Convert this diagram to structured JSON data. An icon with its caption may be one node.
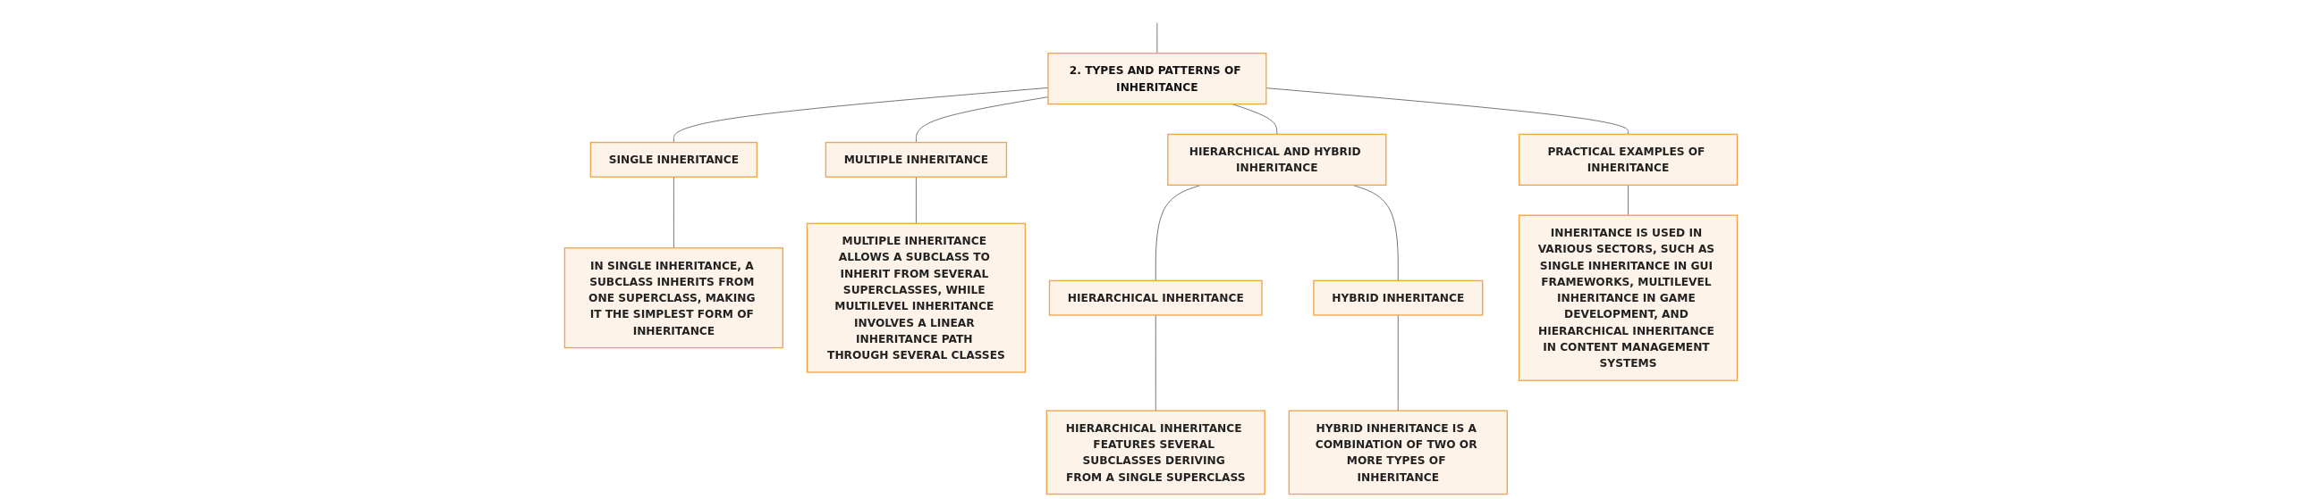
{
  "diagram": {
    "nodes": [
      {
        "text": [
          "2. TYPES AND PATTERNS OF INHERITANCE"
        ]
      },
      {
        "text": [
          "SINGLE INHERITANCE"
        ]
      },
      {
        "text": [
          "MULTIPLE INHERITANCE"
        ]
      },
      {
        "text": [
          "HIERARCHICAL AND HYBRID INHERITANCE"
        ]
      },
      {
        "text": [
          "PRACTICAL EXAMPLES OF INHERITANCE"
        ]
      },
      {
        "text": [
          "IN SINGLE INHERITANCE, A SUBCLASS INHERITS FROM ONE SUPERCLASS, MAKING IT THE SIMPLEST FORM OF INHERITANCE"
        ]
      },
      {
        "text": [
          "MULTIPLE INHERITANCE ALLOWS A SUBCLASS TO INHERIT FROM SEVERAL SUPERCLASSES, WHILE MULTILEVEL INHERITANCE INVOLVES A LINEAR INHERITANCE PATH THROUGH SEVERAL CLASSES"
        ]
      },
      {
        "text": [
          "HIERARCHICAL INHERITANCE"
        ]
      },
      {
        "text": [
          "HYBRID INHERITANCE"
        ]
      },
      {
        "text": [
          "HIERARCHICAL INHERITANCE FEATURES SEVERAL SUBCLASSES DERIVING FROM A SINGLE SUPERCLASS"
        ]
      },
      {
        "text": [
          "HYBRID INHERITANCE IS A COMBINATION OF TWO OR MORE TYPES OF INHERITANCE"
        ]
      },
      {
        "text": [
          "INHERITANCE IS USED IN VARIOUS SECTORS, SUCH AS SINGLE INHERITANCE IN GUI FRAMEWORKS, MULTILEVEL INHERITANCE IN GAME DEVELOPMENT, AND HIERARCHICAL INHERITANCE IN CONTENT MANAGEMENT SYSTEMS"
        ]
      }
    ],
    "edges": [
      {
        "from": null,
        "to": 0,
        "arrow": "none"
      },
      {
        "from": 0,
        "to": 1,
        "arrow": "none"
      },
      {
        "from": 0,
        "to": 2,
        "arrow": "none"
      },
      {
        "from": 0,
        "to": 3,
        "arrow": "none"
      },
      {
        "from": 0,
        "to": 4,
        "arrow": "none"
      },
      {
        "from": 1,
        "to": 5,
        "arrow": "none"
      },
      {
        "from": 2,
        "to": 6,
        "arrow": "none"
      },
      {
        "from": 3,
        "to": 7,
        "arrow": "none"
      },
      {
        "from": 3,
        "to": 8,
        "arrow": "none"
      },
      {
        "from": 7,
        "to": 9,
        "arrow": "none"
      },
      {
        "from": 8,
        "to": 10,
        "arrow": "none"
      },
      {
        "from": 4,
        "to": 11,
        "arrow": "none"
      }
    ]
  }
}
